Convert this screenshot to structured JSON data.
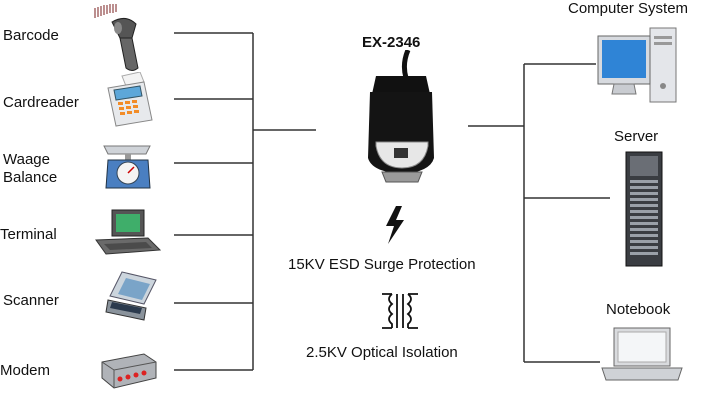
{
  "left_devices": [
    {
      "label": "Barcode",
      "icon": "barcode-scanner-icon"
    },
    {
      "label": "Cardreader",
      "icon": "card-reader-icon"
    },
    {
      "label": "Waage\nBalance",
      "icon": "scale-icon"
    },
    {
      "label": "Terminal",
      "icon": "terminal-icon"
    },
    {
      "label": "Scanner",
      "icon": "flatbed-scanner-icon"
    },
    {
      "label": "Modem",
      "icon": "modem-icon"
    }
  ],
  "center": {
    "title": "EX-2346",
    "device_icon": "serial-adapter-icon",
    "features": [
      {
        "label": "15KV ESD Surge Protection",
        "icon": "lightning-bolt-icon"
      },
      {
        "label": "2.5KV Optical Isolation",
        "icon": "transformer-icon"
      }
    ]
  },
  "right_devices": [
    {
      "label": "Computer System",
      "icon": "desktop-computer-icon"
    },
    {
      "label": "Server",
      "icon": "server-rack-icon"
    },
    {
      "label": "Notebook",
      "icon": "notebook-icon"
    }
  ]
}
